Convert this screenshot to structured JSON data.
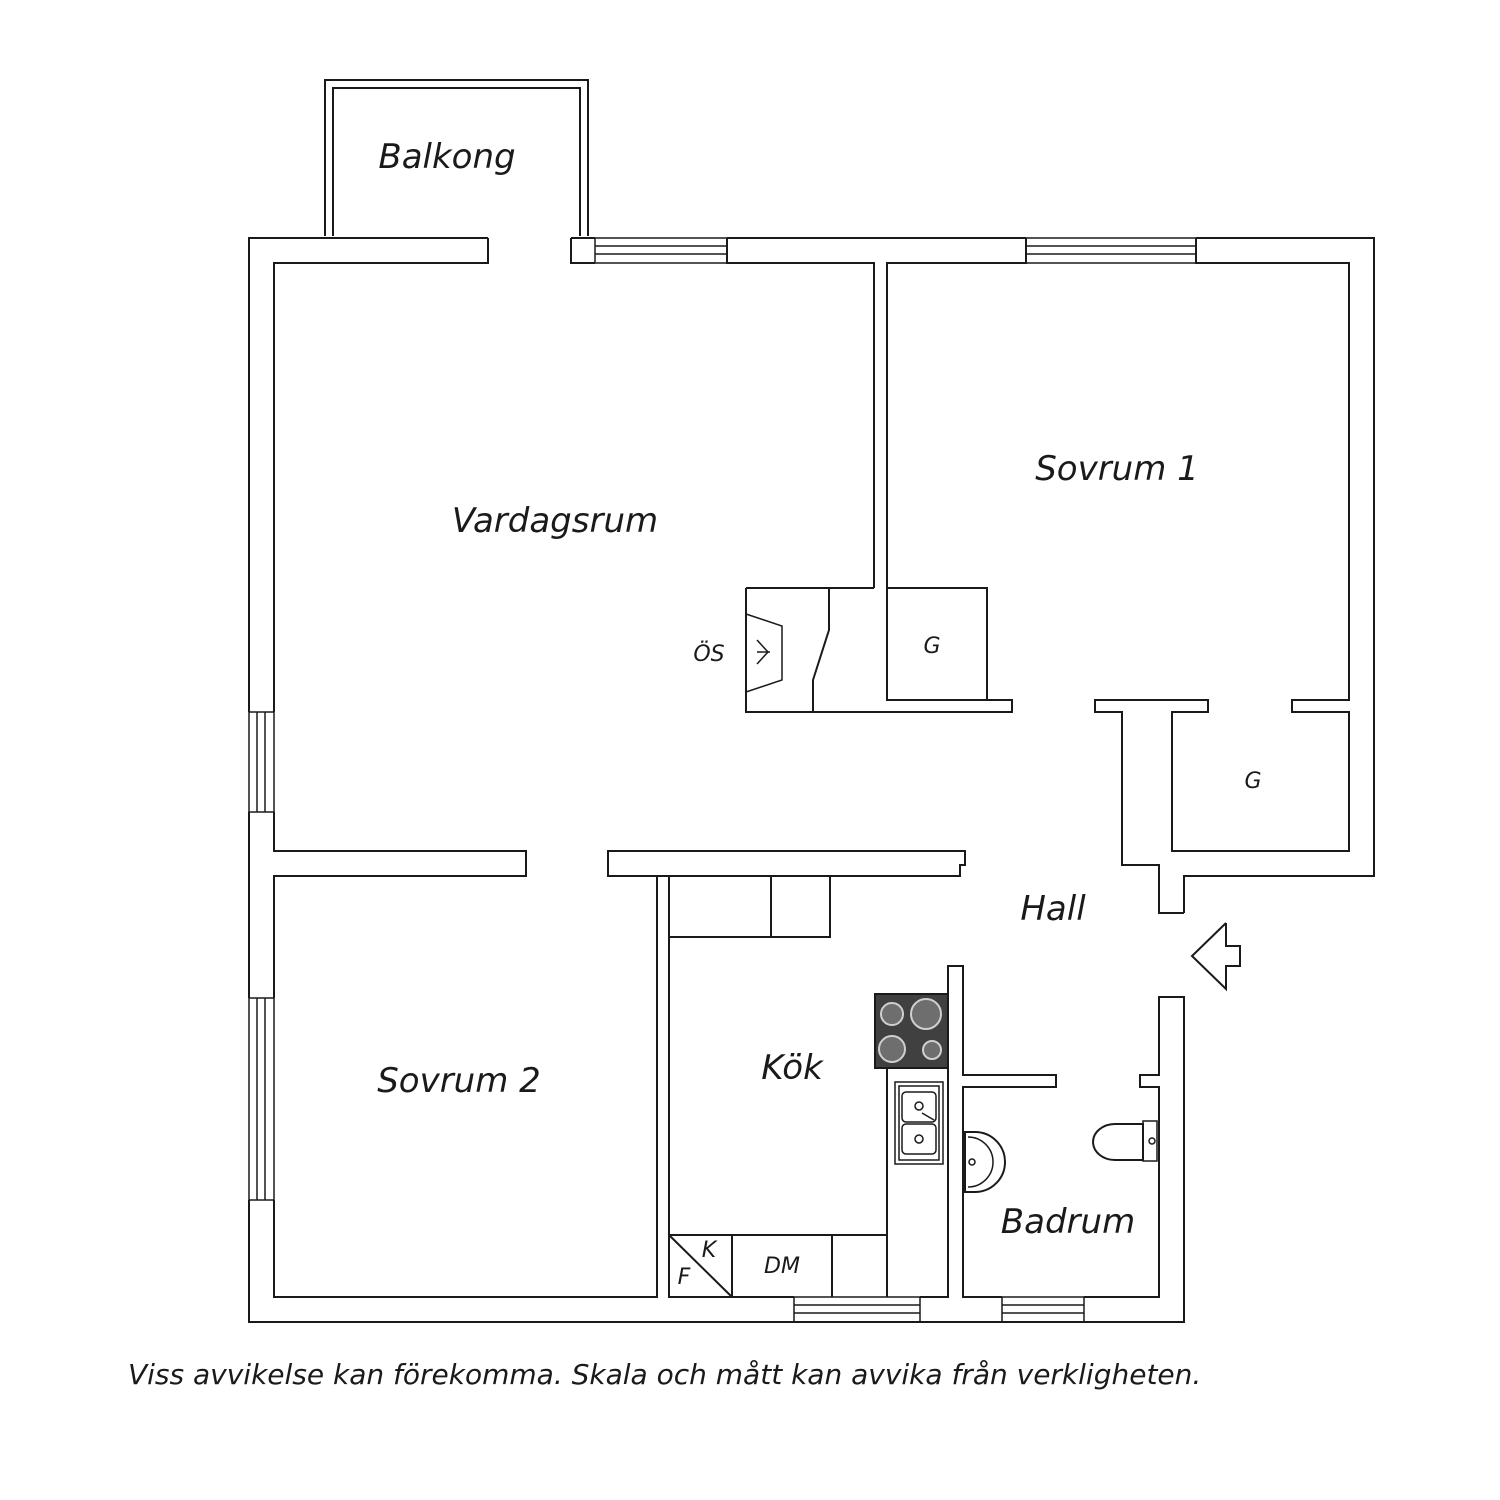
{
  "rooms": {
    "balkong": "Balkong",
    "vardagsrum": "Vardagsrum",
    "sovrum1": "Sovrum 1",
    "sovrum2": "Sovrum 2",
    "kok": "Kök",
    "hall": "Hall",
    "badrum": "Badrum"
  },
  "fixtures": {
    "oppen_spis": "ÖS",
    "garderob_1": "G",
    "garderob_2": "G",
    "kyl": "K",
    "frys": "F",
    "diskmaskin": "DM"
  },
  "colors": {
    "stove": "#404040",
    "walls": "#1a1a1a"
  },
  "caption": "Viss avvikelse kan förekomma. Skala och mått kan avvika från verkligheten."
}
